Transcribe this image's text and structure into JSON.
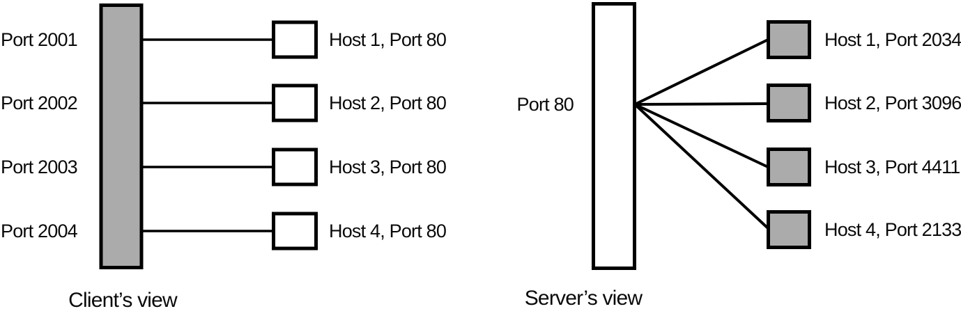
{
  "figure": {
    "description": "Client and server views of port-to-host connections",
    "client": {
      "caption": "Client’s view",
      "port_labels": [
        "Port 2001",
        "Port 2002",
        "Port 2003",
        "Port 2004"
      ],
      "host_labels": [
        "Host 1, Port 80",
        "Host 2, Port 80",
        "Host 3, Port 80",
        "Host 4, Port 80"
      ]
    },
    "server": {
      "caption": "Server’s view",
      "port_label": "Port 80",
      "host_labels": [
        "Host 1, Port 2034",
        "Host 2, Port 3096",
        "Host 3, Port 4411",
        "Host 4, Port 2133"
      ]
    },
    "colors": {
      "shape_gray": "#ababab",
      "shape_white": "#ffffff",
      "stroke_black": "#000000",
      "background": "#ffffff"
    }
  }
}
